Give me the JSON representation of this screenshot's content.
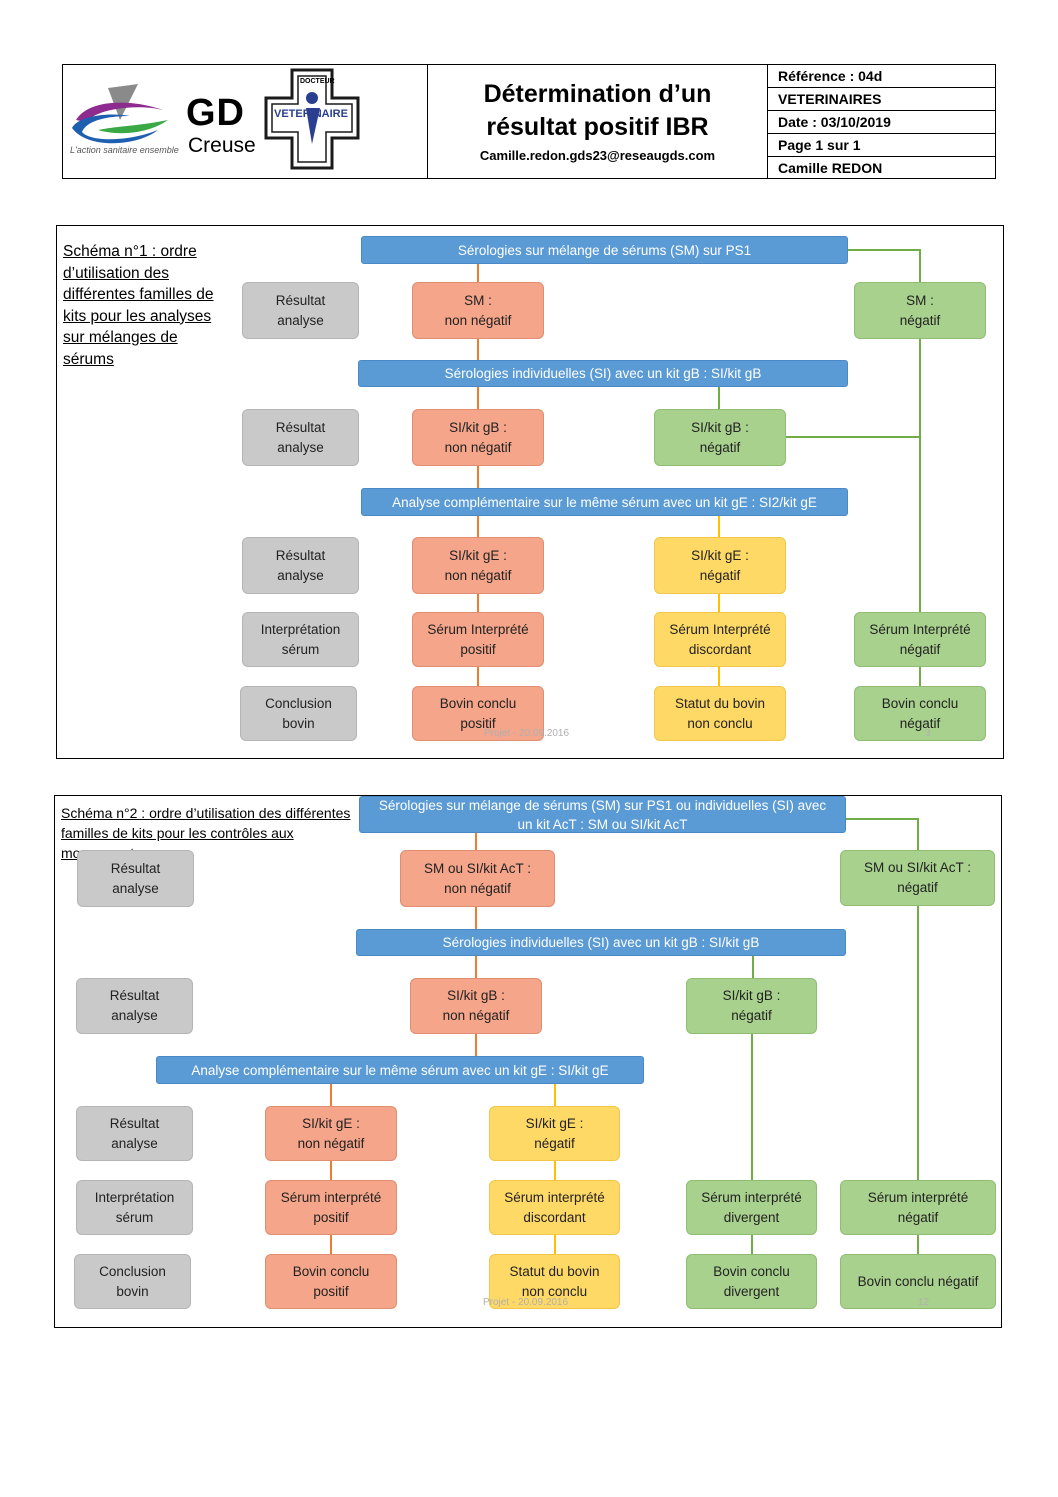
{
  "header": {
    "logo_gd": "GD",
    "logo_creuse": "Creuse",
    "logo_tagline": "L'action sanitaire ensemble",
    "badge_top": "DOCTEUR",
    "badge_text": "VETERINAIRE",
    "title_line1": "Détermination d’un",
    "title_line2": "résultat positif IBR",
    "email": "Camille.redon.gds23@reseaugds.com",
    "ref": [
      "Référence : 04d",
      "VETERINAIRES",
      "Date : 03/10/2019",
      "Page 1 sur 1",
      "Camille REDON"
    ]
  },
  "schema1": {
    "caption": "Schéma n°1 : ordre d’utilisation des différentes familles de kits pour les analyses sur mélanges de sérums",
    "bar1": "Sérologies sur mélange de sérums (SM) sur PS1",
    "bar2": "Sérologies individuelles (SI) avec un kit gB : SI/kit gB",
    "bar3": "Analyse complémentaire sur le même sérum avec un kit gE : SI2/kit gE",
    "labels": [
      "Résultat\nanalyse",
      "Résultat\nanalyse",
      "Résultat\nanalyse",
      "Interprétation\nsérum",
      "Conclusion\nbovin"
    ],
    "sm_pos": "SM :\nnon négatif",
    "sm_neg": "SM :\nnégatif",
    "gb_pos": "SI/kit gB :\nnon négatif",
    "gb_neg": "SI/kit gB :\nnégatif",
    "ge_pos": "SI/kit gE :\nnon négatif",
    "ge_neg": "SI/kit gE :\nnégatif",
    "interp_pos": "Sérum Interprété\npositif",
    "interp_disc": "Sérum Interprété\ndiscordant",
    "interp_neg": "Sérum Interprété\nnégatif",
    "concl_pos": "Bovin conclu\npositif",
    "concl_nc": "Statut du bovin\nnon conclu",
    "concl_neg": "Bovin conclu\nnégatif",
    "watermark": "Projet - 20.09.2016",
    "page_no": "3"
  },
  "schema2": {
    "caption": "Schéma n°2 : ordre d’utilisation des différentes familles de kits pour les contrôles aux mouvements",
    "bar1": "Sérologies sur mélange de sérums (SM) sur PS1 ou individuelles (SI) avec\nun kit AcT : SM ou SI/kit AcT",
    "bar2": "Sérologies individuelles (SI) avec un kit gB : SI/kit gB",
    "bar3": "Analyse complémentaire sur le même sérum avec un kit gE : SI/kit gE",
    "labels": [
      "Résultat\nanalyse",
      "Résultat\nanalyse",
      "Résultat\nanalyse",
      "Interprétation\nsérum",
      "Conclusion\nbovin"
    ],
    "act_pos": "SM  ou SI/kit AcT :\nnon négatif",
    "act_neg": "SM ou SI/kit AcT  :\nnégatif",
    "gb_pos": "SI/kit gB :\nnon négatif",
    "gb_neg": "SI/kit gB :\nnégatif",
    "ge_pos": "SI/kit gE :\nnon négatif",
    "ge_neg": "SI/kit gE :\nnégatif",
    "interp_pos": "Sérum interprété\npositif",
    "interp_disc": "Sérum interprété\ndiscordant",
    "interp_div": "Sérum interprété\ndivergent",
    "interp_neg": "Sérum interprété\nnégatif",
    "concl_pos": "Bovin conclu\npositif",
    "concl_nc": "Statut du bovin\nnon conclu",
    "concl_div": "Bovin conclu\ndivergent",
    "concl_neg": "Bovin conclu négatif",
    "watermark": "Projet - 20.09.2016",
    "page_no": "12"
  },
  "colors": {
    "blue_bar": "#5b9bd5",
    "orange": "#f4a58a",
    "green": "#a9d18e",
    "yellow": "#ffd966",
    "gray": "#c9c9c9"
  }
}
